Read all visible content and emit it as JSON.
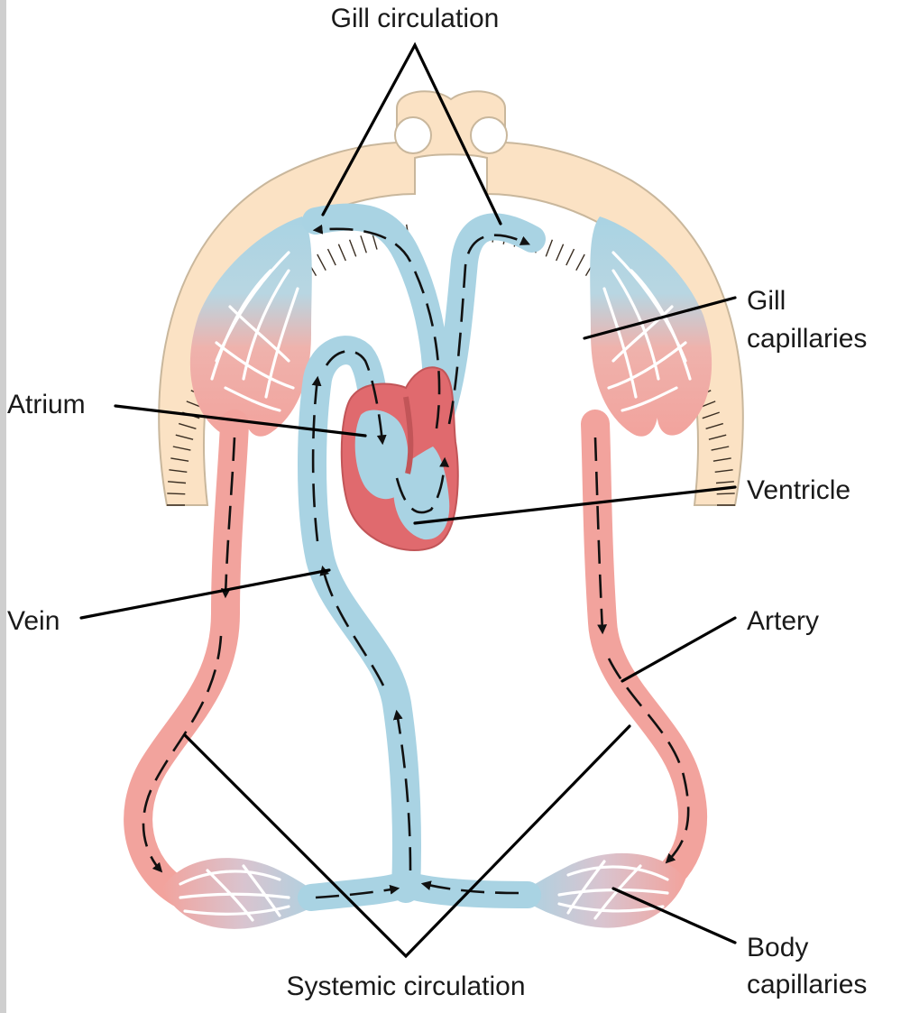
{
  "labels": {
    "gill_circulation": "Gill circulation",
    "gill_capillaries_line1": "Gill",
    "gill_capillaries_line2": "capillaries",
    "atrium": "Atrium",
    "ventricle": "Ventricle",
    "vein": "Vein",
    "artery": "Artery",
    "systemic_circulation": "Systemic circulation",
    "body_capillaries_line1": "Body",
    "body_capillaries_line2": "capillaries"
  },
  "colors": {
    "oxygen_poor_blue": "#a9d3e3",
    "oxygen_rich_red": "#f2a39d",
    "heart_red": "#e06a6e",
    "gill_tissue": "#fbe2c4",
    "frame_gray": "#cfcfcf"
  },
  "icons": {
    "flow_arrow": "arrow-icon"
  }
}
